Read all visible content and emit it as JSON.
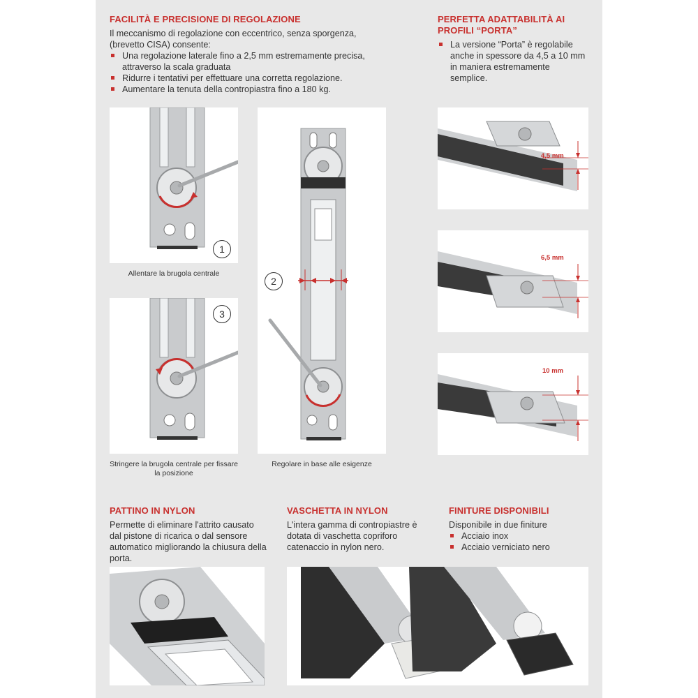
{
  "colors": {
    "accent": "#c8302e",
    "sheet": "#e8e8e8",
    "text": "#333333"
  },
  "regolazione": {
    "title": "FACILITÀ E PRECISIONE DI REGOLAZIONE",
    "intro": "Il meccanismo di regolazione con eccentrico, senza sporgenza, (brevetto CISA) consente:",
    "bullets": [
      "Una regolazione laterale fino a 2,5 mm estremamente precisa, attraverso la scala graduata",
      "Ridurre i tentativi per effettuare una corretta regolazione.",
      "Aumentare la tenuta della contropiastra fino a 180 kg."
    ]
  },
  "adattabilita": {
    "title": "PERFETTA ADATTABILITÀ AI PROFILI “PORTA”",
    "bullets": [
      "La versione “Porta” è regolabile anche in spessore da 4,5 a 10 mm in maniera estremamente semplice."
    ]
  },
  "steps": [
    {
      "number": "1",
      "caption": "Allentare la brugola centrale"
    },
    {
      "number": "2",
      "caption": "Regolare in base alle esigenze"
    },
    {
      "number": "3",
      "caption": "Stringere la brugola centrale per fissare la posizione"
    }
  ],
  "thickness": [
    {
      "label": "4,5 mm"
    },
    {
      "label": "6,5 mm"
    },
    {
      "label": "10 mm"
    }
  ],
  "pattino": {
    "title": "PATTINO IN NYLON",
    "text": "Permette di eliminare l'attrito causato dal pistone di ricarica o dal sensore automatico migliorando la chiusura della porta."
  },
  "vaschetta": {
    "title": "VASCHETTA IN NYLON",
    "text": "L'intera gamma di contropiastre è dotata di vaschetta copriforo catenaccio in nylon nero."
  },
  "finiture": {
    "title": "FINITURE DISPONIBILI",
    "intro": "Disponibile in due finiture",
    "bullets": [
      "Acciaio inox",
      "Acciaio verniciato nero"
    ]
  }
}
